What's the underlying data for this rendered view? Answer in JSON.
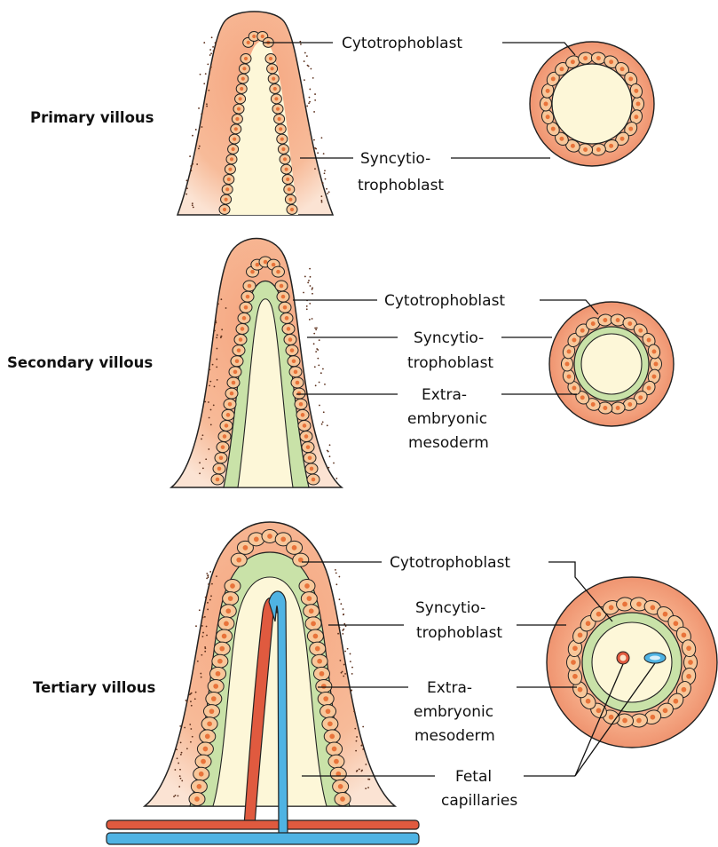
{
  "rows": [
    {
      "title": "Primary villous",
      "labels": [
        "Cytotrophoblast",
        "Syncytio-",
        "trophoblast"
      ]
    },
    {
      "title": "Secondary villous",
      "labels": [
        "Cytotrophoblast",
        "Syncytio-",
        "trophoblast",
        "Extra-",
        "embryonic",
        "mesoderm"
      ]
    },
    {
      "title": "Tertiary villous",
      "labels": [
        "Cytotrophoblast",
        "Syncytio-",
        "trophoblast",
        "Extra-",
        "embryonic",
        "mesoderm",
        "Fetal",
        "capillaries"
      ]
    }
  ],
  "colors": {
    "syncytiotrophoblast": "#f4b08c",
    "cytotrophoblast_cell": "#f8c79a",
    "cell_nucleus": "#e8733a",
    "mesoderm": "#c9e2a8",
    "core": "#fdf7d8",
    "artery": "#e05a3f",
    "vein": "#4fb3e3"
  }
}
